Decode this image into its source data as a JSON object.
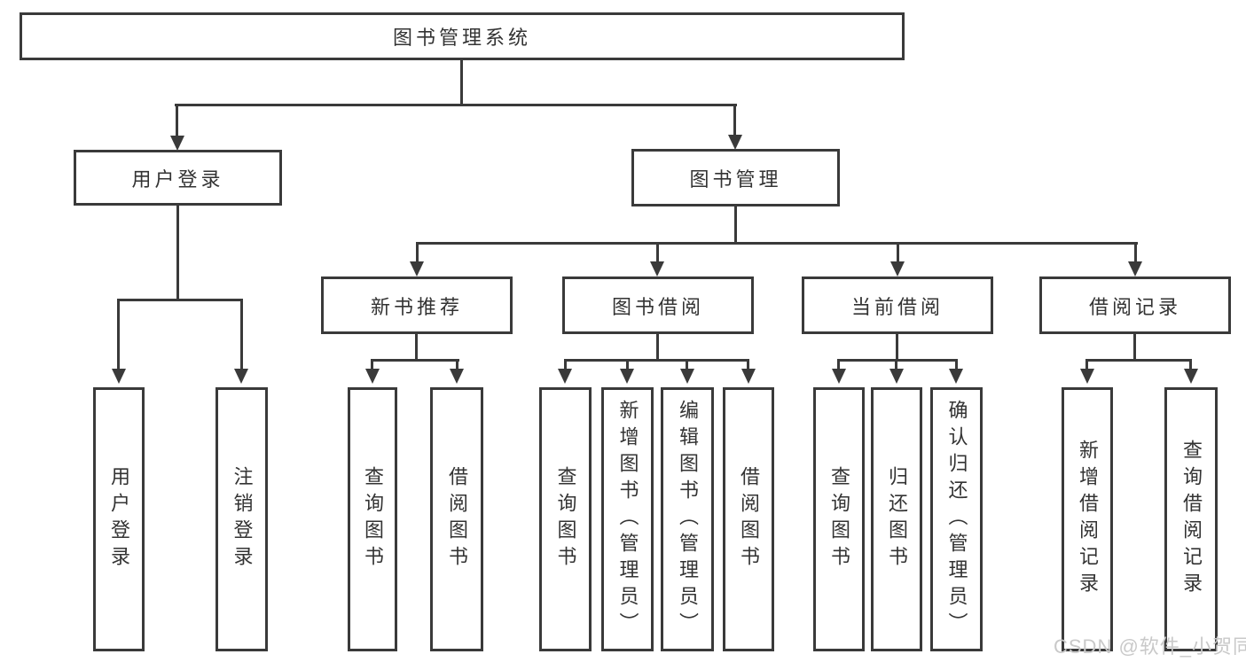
{
  "diagram": {
    "type": "tree",
    "root": {
      "label": "图书管理系统",
      "children": [
        {
          "label": "用户登录",
          "children": [
            {
              "label": "用户登录"
            },
            {
              "label": "注销登录"
            }
          ]
        },
        {
          "label": "图书管理",
          "children": [
            {
              "label": "新书推荐",
              "children": [
                {
                  "label": "查询图书"
                },
                {
                  "label": "借阅图书"
                }
              ]
            },
            {
              "label": "图书借阅",
              "children": [
                {
                  "label": "查询图书"
                },
                {
                  "label": "新增图书（管理员）"
                },
                {
                  "label": "编辑图书（管理员）"
                },
                {
                  "label": "借阅图书"
                }
              ]
            },
            {
              "label": "当前借阅",
              "children": [
                {
                  "label": "查询图书"
                },
                {
                  "label": "归还图书"
                },
                {
                  "label": "确认归还（管理员）"
                }
              ]
            },
            {
              "label": "借阅记录",
              "children": [
                {
                  "label": "新增借阅记录"
                },
                {
                  "label": "查询借阅记录"
                }
              ]
            }
          ]
        }
      ]
    }
  },
  "watermark": {
    "text": "CSDN @软件_小贺同学"
  },
  "colors": {
    "line": "#3a3a3a",
    "text": "#333333",
    "watermark": "#c9c9c9",
    "background": "#ffffff"
  }
}
